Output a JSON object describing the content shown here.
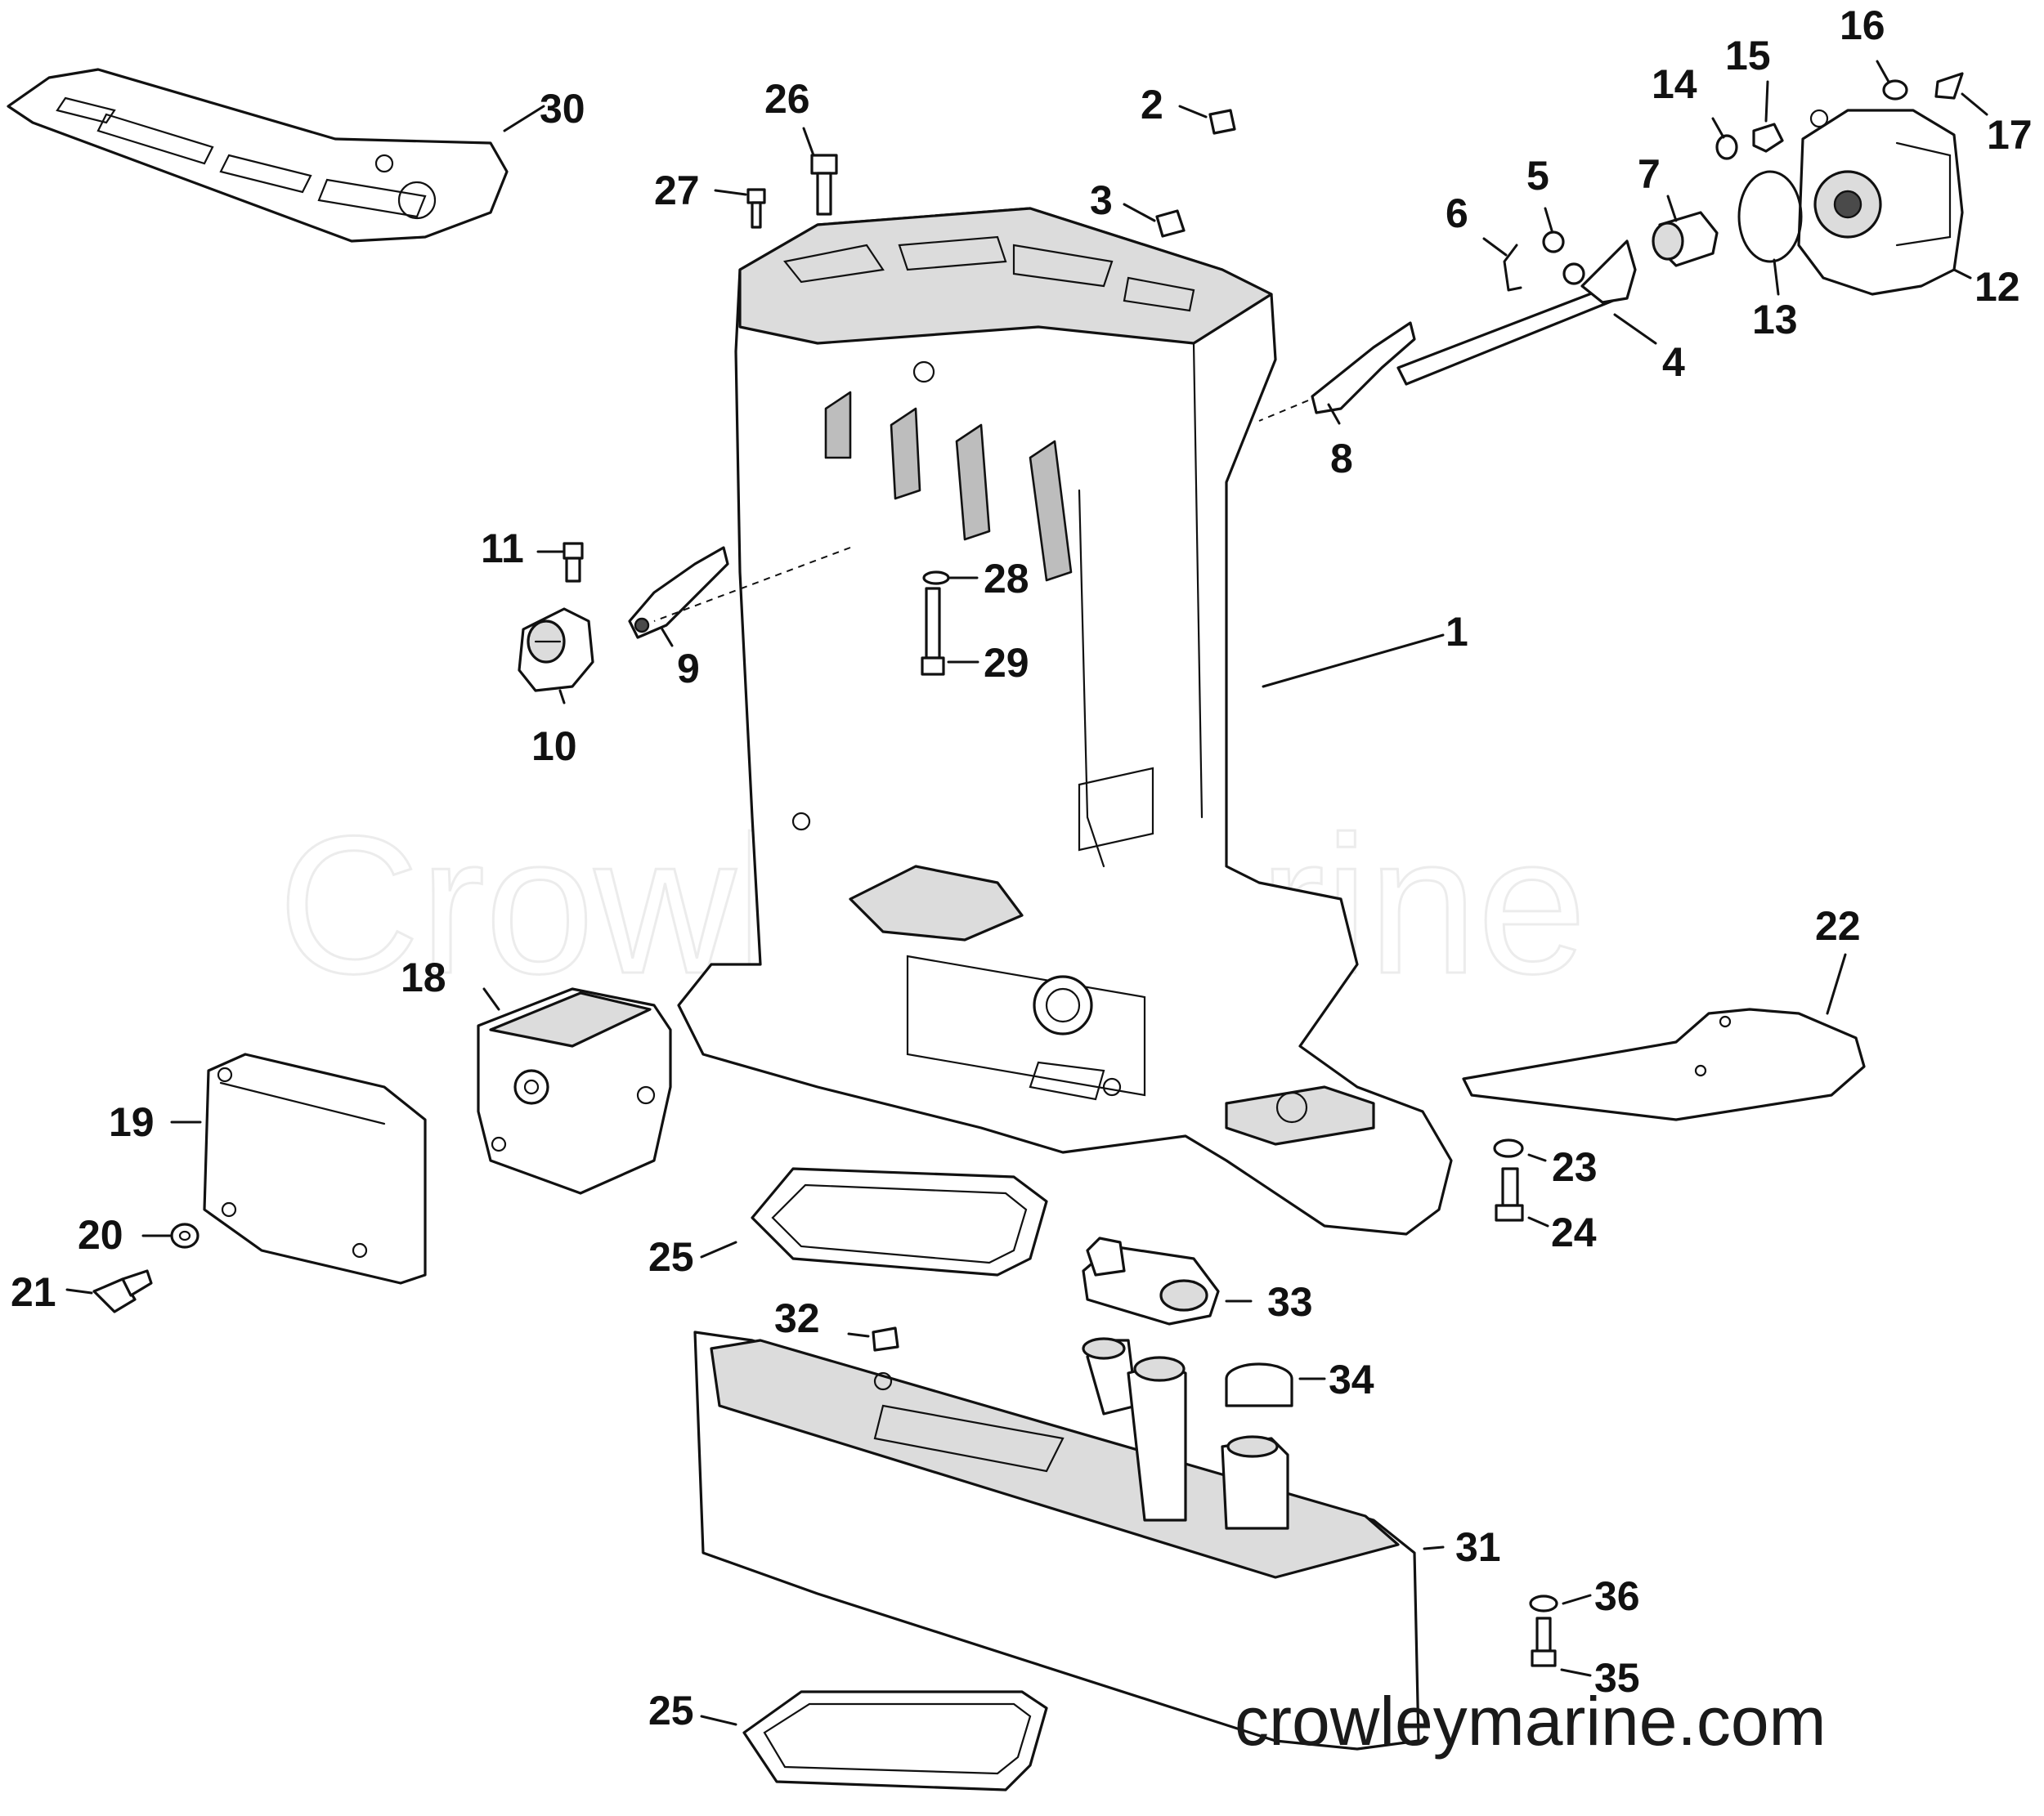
{
  "watermark": "CrowleyMarine",
  "footer_url": "crowleymarine.com",
  "callouts": {
    "c1": "1",
    "c2": "2",
    "c3": "3",
    "c4": "4",
    "c5": "5",
    "c6": "6",
    "c7": "7",
    "c8": "8",
    "c9": "9",
    "c10": "10",
    "c11": "11",
    "c12": "12",
    "c13": "13",
    "c14": "14",
    "c15": "15",
    "c16": "16",
    "c17": "17",
    "c18": "18",
    "c19": "19",
    "c20": "20",
    "c21": "21",
    "c22": "22",
    "c23": "23",
    "c24": "24",
    "c25a": "25",
    "c25b": "25",
    "c26": "26",
    "c27": "27",
    "c28": "28",
    "c29": "29",
    "c30": "30",
    "c31": "31",
    "c32": "32",
    "c33": "33",
    "c34": "34",
    "c35": "35",
    "c36": "36"
  }
}
